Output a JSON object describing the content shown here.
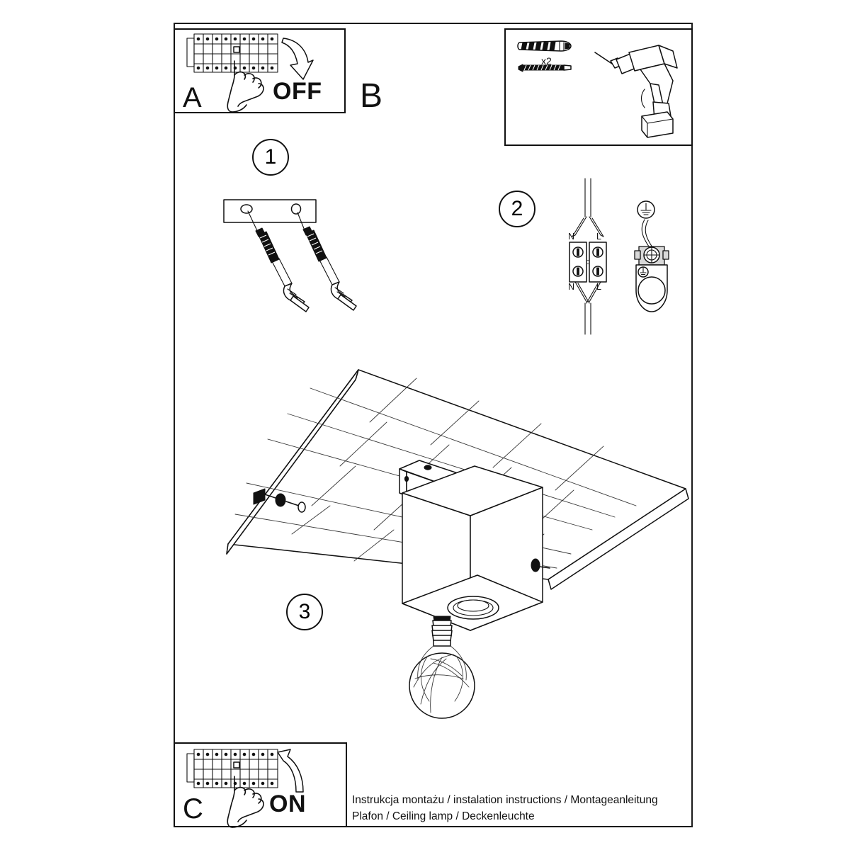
{
  "document": {
    "type": "installation-instruction-sheet",
    "page_size": "1200x1200"
  },
  "panels": {
    "a": {
      "letter": "A",
      "action_label": "OFF",
      "arrow": "down-arrow",
      "subject": "circuit-breaker-panel",
      "hand": "pointing-hand"
    },
    "b": {
      "letter": "B",
      "quantity_label": "x2",
      "items": [
        "wall-plug",
        "screw",
        "power-drill"
      ]
    },
    "c": {
      "letter": "C",
      "action_label": "ON",
      "arrow": "up-arrow",
      "subject": "circuit-breaker-panel",
      "hand": "pointing-hand"
    }
  },
  "steps": [
    {
      "number": "1",
      "subject": "mounting-bracket-with-screws-and-wall-plugs"
    },
    {
      "number": "2",
      "subject": "terminal-block-wiring-and-earth-connection"
    },
    {
      "number": "3",
      "subject": "ceiling-mounted-cube-lamp-with-bulb"
    }
  ],
  "wiring": {
    "terminal_top_left": "N",
    "terminal_top_right": "L",
    "terminal_bottom_left": "N",
    "terminal_bottom_right": "L",
    "earth_symbol": "earth-ground-symbol"
  },
  "footer": {
    "line1": "Instrukcja montażu / instalation instructions / Montageanleitung",
    "line2": "Plafon / Ceiling lamp / Deckenleuchte"
  },
  "colors": {
    "ink": "#111111",
    "paper": "#ffffff",
    "hairline": "#3a3a3a",
    "metal": "#d8d8d8"
  }
}
